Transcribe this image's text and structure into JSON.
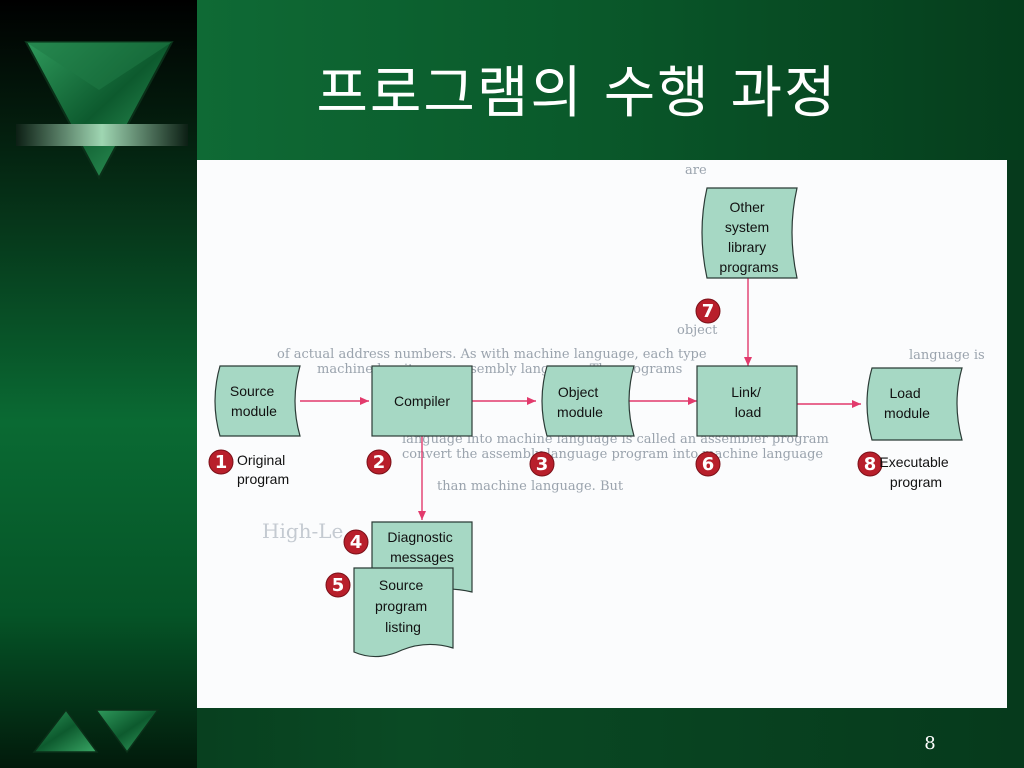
{
  "slide": {
    "title": "프로그램의 수행 과정",
    "page_number": "8"
  },
  "diagram": {
    "nodes": {
      "source_module": [
        "Source",
        "module"
      ],
      "compiler": [
        "Compiler"
      ],
      "object_module": [
        "Object",
        "module"
      ],
      "link_load": [
        "Link/",
        "load"
      ],
      "load_module": [
        "Load",
        "module"
      ],
      "other_library": [
        "Other",
        "system",
        "library",
        "programs"
      ],
      "diagnostic_messages": [
        "Diagnostic",
        "messages"
      ],
      "source_listing": [
        "Source",
        "program",
        "listing"
      ]
    },
    "steps": [
      {
        "num": "1",
        "label": [
          "Original",
          "program"
        ]
      },
      {
        "num": "2",
        "label": []
      },
      {
        "num": "3",
        "label": []
      },
      {
        "num": "4",
        "label": []
      },
      {
        "num": "5",
        "label": []
      },
      {
        "num": "6",
        "label": []
      },
      {
        "num": "7",
        "label": []
      },
      {
        "num": "8",
        "label": [
          "Executable",
          "program"
        ]
      }
    ],
    "background_text": {
      "line1": "of actual address numbers. As with machine language, each type",
      "line2": "machine has its own assembly language. The programs",
      "line3": "language into machine language is called an assembler program",
      "line4": "convert the assembly language program into machine language",
      "line5": "than machine language. But",
      "heading": "High-Le",
      "right_frag1": "are",
      "right_frag2": "language is",
      "left_frag": "object"
    },
    "colors": {
      "node_fill": "#a6d8c4",
      "node_stroke": "#2b3b36",
      "arrow": "#e23a6c",
      "badge": "#b81f2b"
    }
  }
}
